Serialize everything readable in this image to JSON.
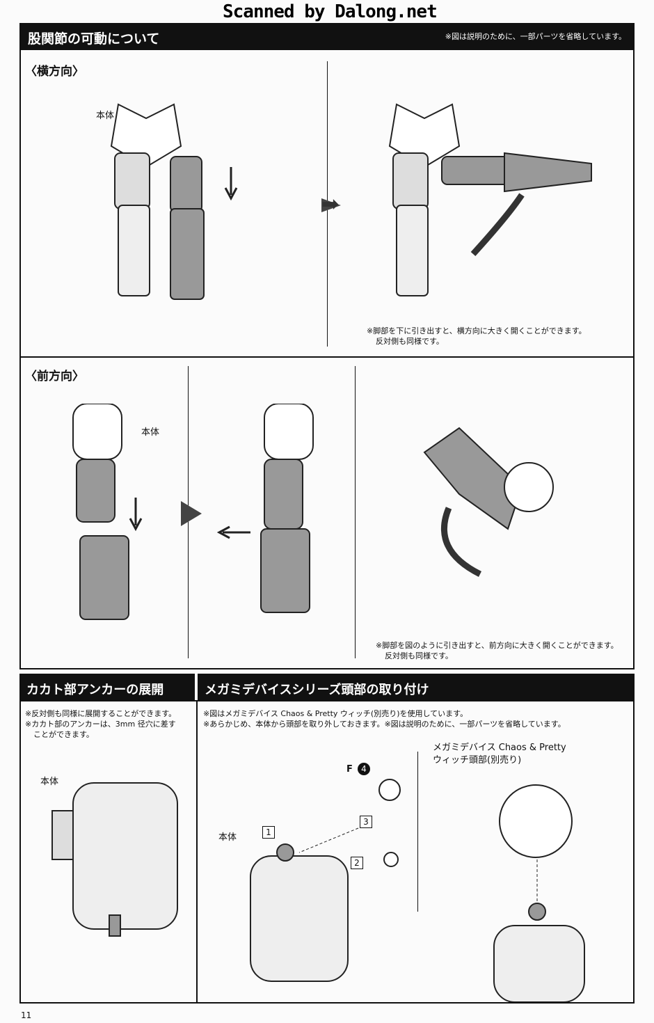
{
  "watermark": "Scanned by Dalong.net",
  "hip": {
    "title": "股関節の可動について",
    "header_note": "※図は説明のために、一部パーツを省略しています。",
    "side": {
      "label": "〈横方向〉",
      "body_label": "本体",
      "note_line1": "※脚部を下に引き出すと、横方向に大きく開くことができます。",
      "note_line2": "反対側も同様です。"
    },
    "front": {
      "label": "〈前方向〉",
      "body_label": "本体",
      "note_line1": "※脚部を図のように引き出すと、前方向に大きく開くことができます。",
      "note_line2": "反対側も同様です。"
    }
  },
  "anchor": {
    "title": "カカト部アンカーの展開",
    "note_line1": "※反対側も同様に展開することができます。",
    "note_line2": "※カカト部のアンカーは、3mm 径穴に差す",
    "note_line3": "ことができます。",
    "body_label": "本体"
  },
  "head": {
    "title": "メガミデバイスシリーズ頭部の取り付け",
    "note_line1": "※図はメガミデバイス Chaos & Pretty ウィッチ(別売り)を使用しています。",
    "note_line2": "※あらかじめ、本体から頭部を取り外しておきます。※図は説明のために、一部パーツを省略しています。",
    "body_label": "本体",
    "part_label": "F",
    "part_number": "4",
    "steps": [
      "1",
      "2",
      "3"
    ],
    "head_label_line1": "メガミデバイス Chaos & Pretty",
    "head_label_line2": "ウィッチ頭部(別売り)"
  },
  "page_number": "11"
}
